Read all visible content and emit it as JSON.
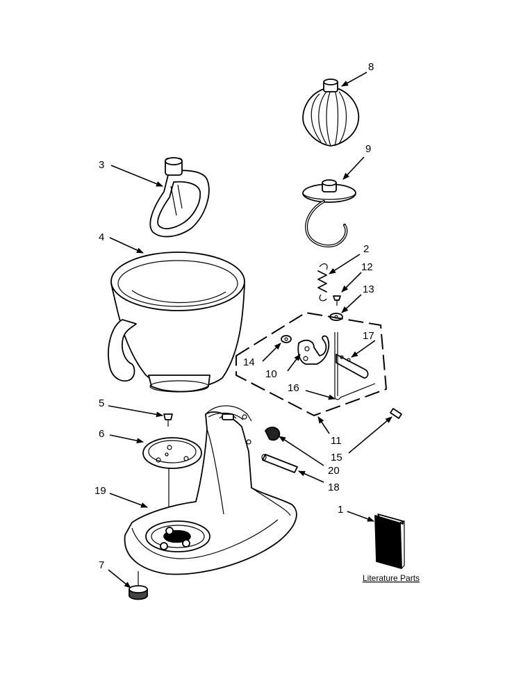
{
  "callouts": {
    "p1": "1",
    "p2": "2",
    "p3": "3",
    "p4": "4",
    "p5": "5",
    "p6": "6",
    "p7": "7",
    "p8": "8",
    "p9": "9",
    "p10": "10",
    "p11": "11",
    "p12": "12",
    "p13": "13",
    "p14": "14",
    "p15": "15",
    "p16": "16",
    "p17": "17",
    "p18": "18",
    "p19": "19",
    "p20": "20"
  },
  "literature_label": "Literature Parts"
}
